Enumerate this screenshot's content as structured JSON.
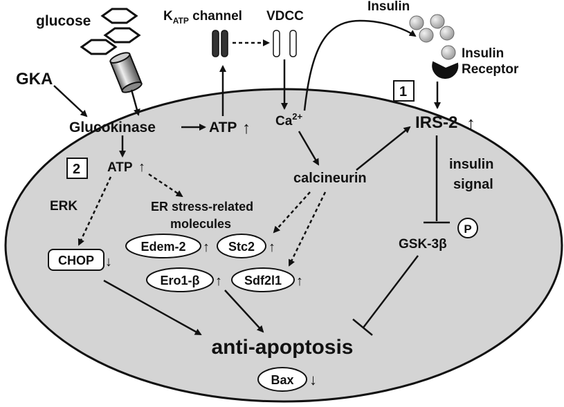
{
  "labels": {
    "glucose": "glucose",
    "gka": "GKA",
    "katp_k": "K",
    "katp_sub": "ATP",
    "katp_rest": " channel",
    "vdcc": "VDCC",
    "insulin": "Insulin",
    "receptor_line1": "Insulin",
    "receptor_line2": "Receptor",
    "box1": "1",
    "box2": "2",
    "irs2": "IRS-2",
    "glucokinase": "Glucokinase",
    "atp_top": "ATP",
    "ca": "Ca",
    "ca_sup": "2+",
    "atp_mid": "ATP",
    "calcineurin": "calcineurin",
    "insulin_signal_line1": "insulin",
    "insulin_signal_line2": "signal",
    "erk": "ERK",
    "er_line1": "ER stress-related",
    "er_line2": "molecules",
    "edem2": "Edem-2",
    "stc2": "Stc2",
    "chop": "CHOP",
    "ero1b": "Ero1-β",
    "sdf2l1": "Sdf2l1",
    "gsk3b": "GSK-3β",
    "p": "P",
    "anti_apoptosis": "anti-apoptosis",
    "bax": "Bax"
  },
  "arrows": {
    "up": "↑",
    "down": "↓"
  },
  "colors": {
    "cell_fill": "#d4d4d4",
    "stroke": "#111111",
    "insulin_dot": "#bbbbbb"
  }
}
